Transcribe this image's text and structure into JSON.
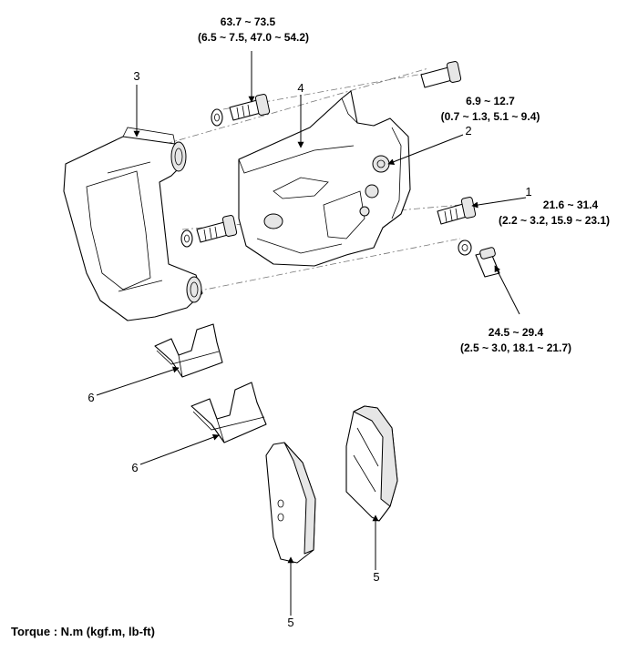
{
  "torques": {
    "t1": {
      "line1": "63.7 ~ 73.5",
      "line2": "(6.5 ~ 7.5, 47.0 ~ 54.2)"
    },
    "t2": {
      "line1": "6.9 ~ 12.7",
      "line2": "(0.7 ~ 1.3, 5.1 ~ 9.4)"
    },
    "t3": {
      "line1": "21.6 ~ 31.4",
      "line2": "(2.2 ~ 3.2, 15.9 ~ 23.1)"
    },
    "t4": {
      "line1": "24.5 ~ 29.4",
      "line2": "(2.5 ~ 3.0, 18.1 ~ 21.7)"
    }
  },
  "callouts": {
    "c1": "1",
    "c2": "2",
    "c3": "3",
    "c4": "4",
    "c5a": "5",
    "c5b": "5",
    "c6a": "6",
    "c6b": "6"
  },
  "caption": "Torque : N.m (kgf.m, lb-ft)"
}
